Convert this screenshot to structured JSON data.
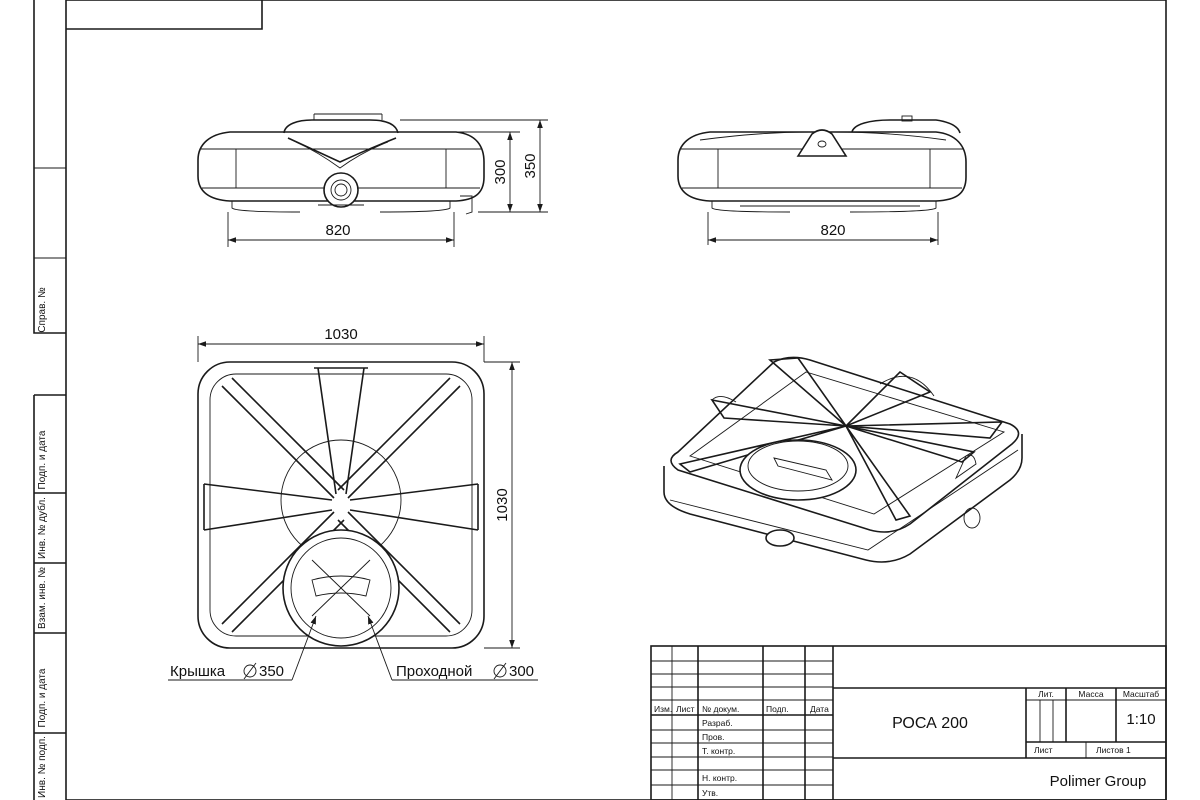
{
  "side_labels": [
    "Справ. №",
    "Подп. и дата",
    "Инв. № дубл.",
    "Взам. инв. №",
    "Подп. и дата",
    "Инв. № подп."
  ],
  "dimensions": {
    "front_width": "820",
    "front_height_inner": "300",
    "front_height_outer": "350",
    "side_width": "820",
    "plan_width": "1030",
    "plan_depth": "1030"
  },
  "callouts": {
    "lid": "Крышка",
    "lid_diameter": "350",
    "manhole": "Проходной",
    "manhole_diameter": "300"
  },
  "title_block": {
    "columns": [
      "Изм.",
      "Лист",
      "№ докум.",
      "Подп.",
      "Дата"
    ],
    "roles": [
      "Разраб.",
      "Пров.",
      "Т. контр.",
      "Н. контр.",
      "Утв."
    ],
    "product": "РОСА 200",
    "lit_label": "Лит.",
    "mass_label": "Масса",
    "scale_label": "Масштаб",
    "scale_value": "1:10",
    "sheet_label": "Лист",
    "sheets_label": "Листов 1",
    "company": "Polimer Group"
  },
  "colors": {
    "line": "#1a1a1a",
    "paper": "#ffffff"
  }
}
